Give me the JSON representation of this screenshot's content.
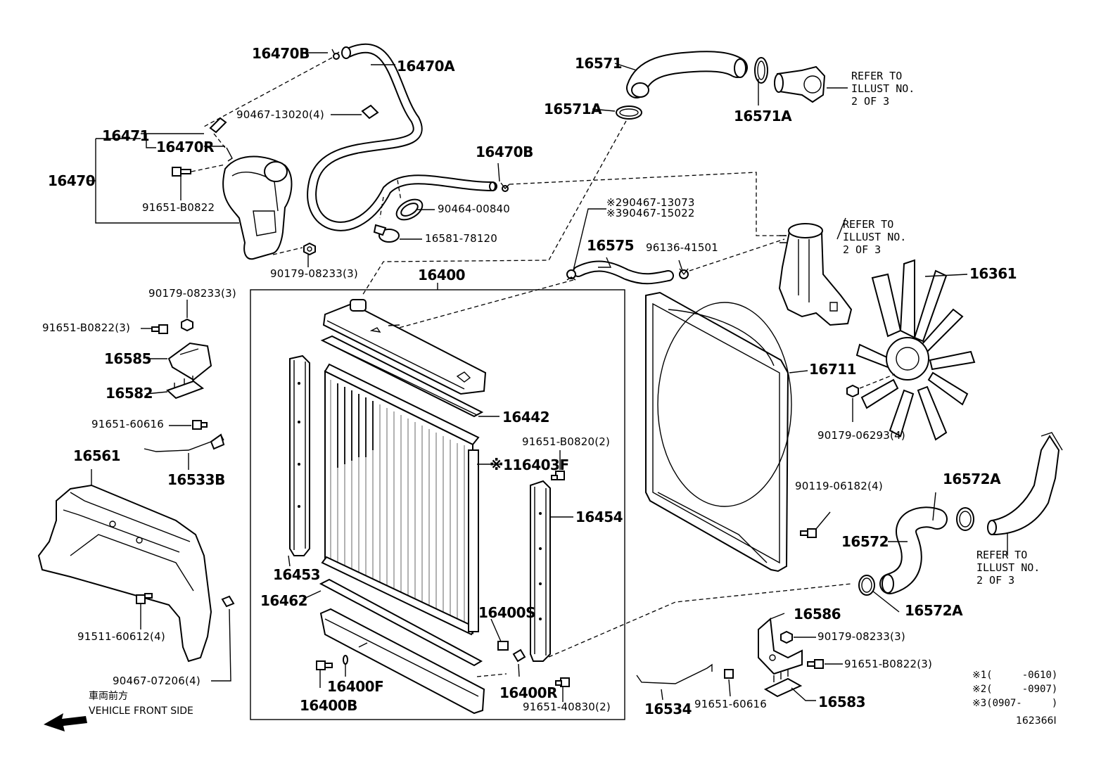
{
  "labels": {
    "p16470B_top": "16470B",
    "p16470A": "16470A",
    "p90467_13020": "90467-13020(4)",
    "p16471": "16471",
    "p16470R": "16470R",
    "p16470": "16470",
    "p91651_B0822": "91651-B0822",
    "p16470B_mid": "16470B",
    "p90464_00840": "90464-00840",
    "p16581_78120": "16581-78120",
    "p90179_08233_a": "90179-08233(3)",
    "p16571": "16571",
    "p16571A_left": "16571A",
    "p16571A_right": "16571A",
    "p90467_13073": "※290467-13073",
    "p90467_15022": "※390467-15022",
    "p16575": "16575",
    "p96136_41501": "96136-41501",
    "p16400": "16400",
    "p16361": "16361",
    "p90179_08233_b": "90179-08233(3)",
    "p91651_B0822_3": "91651-B0822(3)",
    "p16585": "16585",
    "p16582": "16582",
    "p91651_60616_a": "91651-60616",
    "p16533B": "16533B",
    "p16561": "16561",
    "p16442": "16442",
    "p91651_B0820": "91651-B0820(2)",
    "p16403F": "※116403F",
    "p16711": "16711",
    "p90179_06293": "90179-06293(4)",
    "p16454": "16454",
    "p90119_06182": "90119-06182(4)",
    "p16572A_top": "16572A",
    "p16572": "16572",
    "p16453": "16453",
    "p16462": "16462",
    "p16400S": "16400S",
    "p16572A_bottom": "16572A",
    "p91511_60612": "91511-60612(4)",
    "p16586": "16586",
    "p90179_08233_c": "90179-08233(3)",
    "p16400F": "16400F",
    "p16400R": "16400R",
    "p91651_B0822_3b": "91651-B0822(3)",
    "p90467_07206": "90467-07206(4)",
    "p16400B": "16400B",
    "p91651_40830": "91651-40830(2)",
    "p16534": "16534",
    "p91651_60616_b": "91651-60616",
    "p16583": "16583"
  },
  "refer_notes": {
    "ref1": "REFER TO\nILLUST NO.\n2 OF 3",
    "ref2": "REFER TO\nILLUST NO.\n2 OF 3",
    "ref3": "REFER TO\nILLUST NO.\n2 OF 3"
  },
  "footnotes": {
    "n1": "※1(     -0610)",
    "n2": "※2(     -0907)",
    "n3": "※3(0907-     )"
  },
  "direction": {
    "jp": "車両前方",
    "en": "VEHICLE FRONT SIDE"
  },
  "illustration_id": "162366I"
}
